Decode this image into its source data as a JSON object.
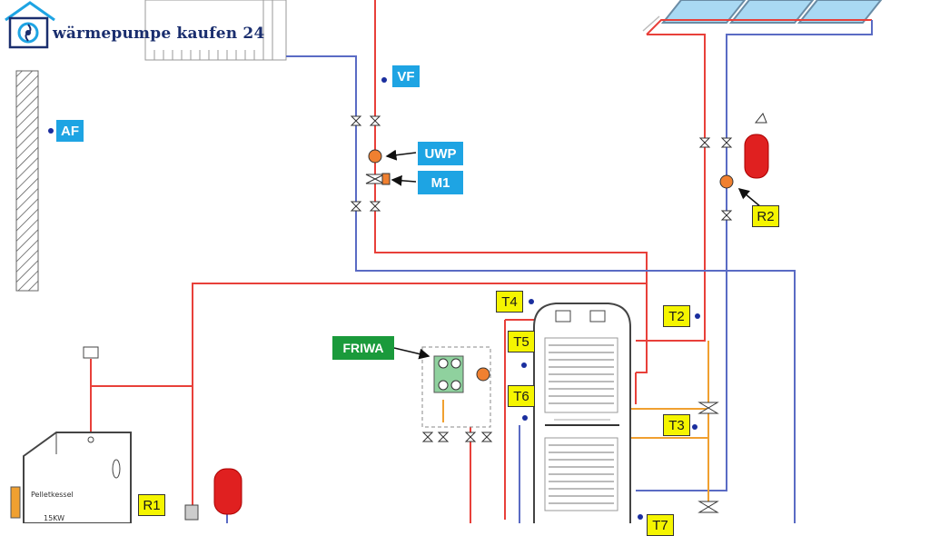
{
  "logo": {
    "text": "wärmepumpe kaufen 24",
    "icon": "house-fan-icon"
  },
  "labels": {
    "vf": "VF",
    "af": "AF",
    "uwp": "UWP",
    "m1": "M1",
    "r1": "R1",
    "r2": "R2",
    "t2": "T2",
    "t3": "T3",
    "t4": "T4",
    "t5": "T5",
    "t6": "T6",
    "t7": "T7",
    "friwa": "FRIWA"
  },
  "boiler": {
    "name": "Pelletkessel",
    "power": "15KW"
  },
  "colors": {
    "hot_line": "#e8403a",
    "cold_line": "#5a6bc4",
    "warm_line": "#f0a030",
    "sensor_label": "#1ea4e3",
    "temp_label": "#f5f500",
    "friwa_label": "#1a9a3b",
    "expansion_vessel": "#e02020",
    "collector": "#a9d9f3"
  }
}
